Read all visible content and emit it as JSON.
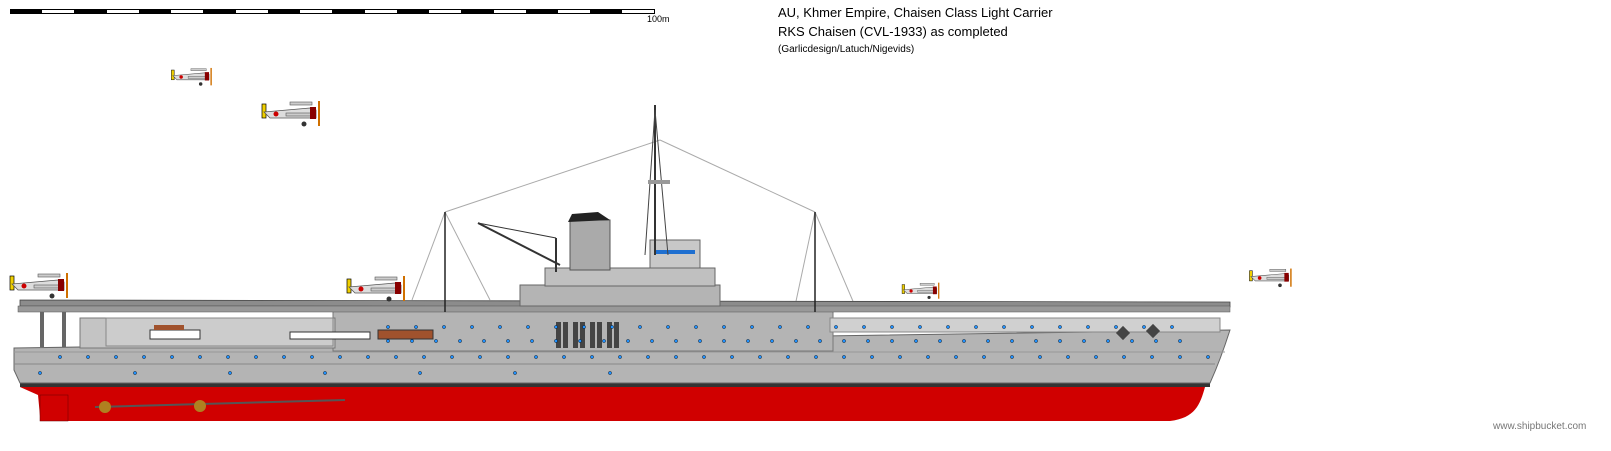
{
  "header": {
    "line1": "AU, Khmer Empire, Chaisen Class Light Carrier",
    "line2": "RKS Chaisen (CVL-1933) as completed",
    "credits": "(Garlicdesign/Latuch/Nigevids)"
  },
  "scale": {
    "label": "100m",
    "segments": 10
  },
  "watermark": "www.shipbucket.com",
  "colors": {
    "hull": "#b4b4b4",
    "antifouling": "#d00000",
    "boot_topping": "#333333",
    "porthole": "#1e90ff",
    "deck": "#8c8c8c"
  }
}
